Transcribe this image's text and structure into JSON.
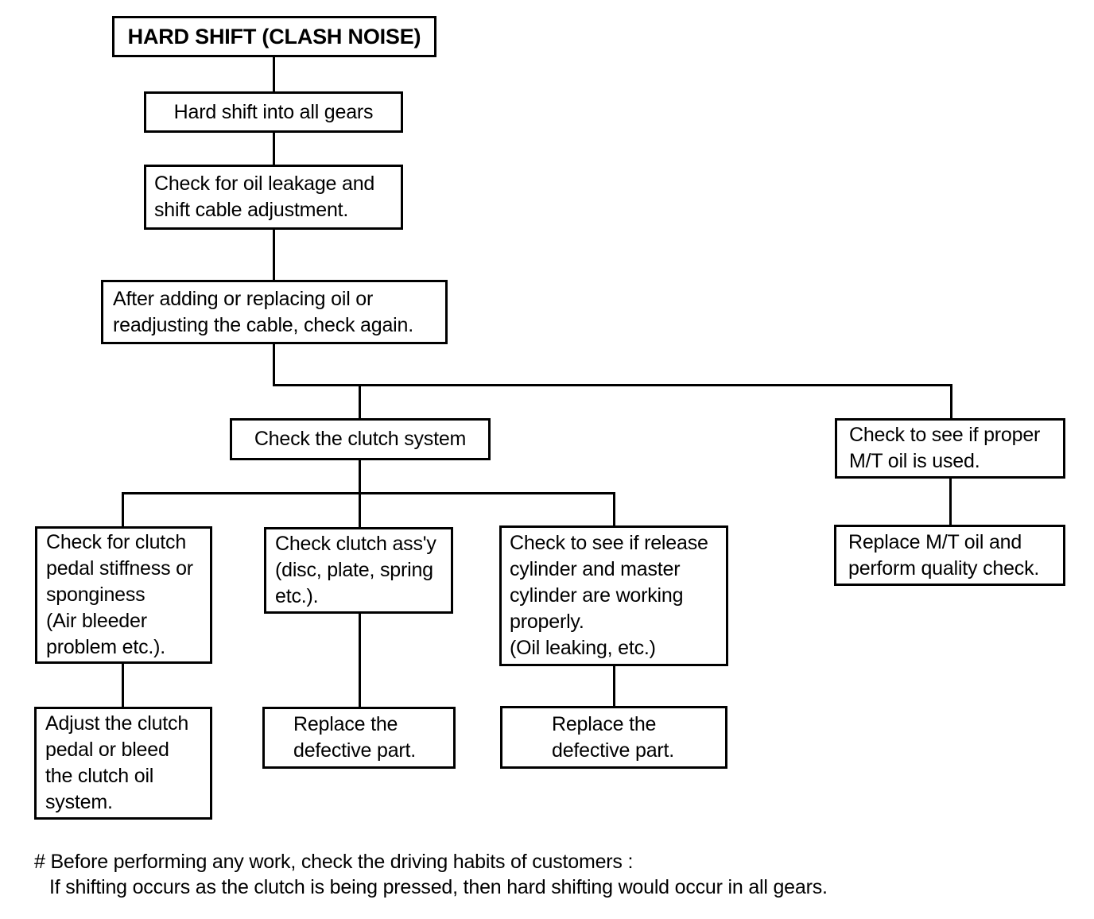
{
  "colors": {
    "ink": "#000000",
    "paper": "#ffffff"
  },
  "flowchart": {
    "title": "HARD SHIFT (CLASH NOISE)",
    "nodes": {
      "symptom": {
        "text": "Hard shift into all gears"
      },
      "check_oil_leakage": {
        "text": "Check for oil leakage and\nshift cable adjustment."
      },
      "check_again": {
        "text": "After adding or replacing oil or\nreadjusting the cable, check again."
      },
      "check_clutch_system": {
        "text": "Check the clutch system"
      },
      "check_mt_oil": {
        "text": "Check to see if proper\nM/T oil is used."
      },
      "replace_mt_oil": {
        "text": "Replace M/T oil and\nperform quality check."
      },
      "check_clutch_pedal": {
        "text": "Check for clutch\npedal stiffness or\nsponginess\n(Air bleeder\nproblem etc.)."
      },
      "check_clutch_assy": {
        "text": "Check clutch ass'y\n(disc, plate, spring\netc.)."
      },
      "check_cylinders": {
        "text": "Check to see if release\ncylinder and master\ncylinder are working\nproperly.\n(Oil leaking, etc.)"
      },
      "adjust_clutch_pedal": {
        "text": "Adjust the clutch\npedal or bleed\nthe clutch oil\nsystem."
      },
      "replace_defective_1": {
        "text": "Replace the\ndefective part."
      },
      "replace_defective_2": {
        "text": "Replace the\ndefective part."
      }
    },
    "note": {
      "line1": "# Before performing any work, check the driving habits of customers :",
      "line2": "If shifting occurs as the clutch is being pressed, then hard shifting would occur in all gears."
    }
  }
}
